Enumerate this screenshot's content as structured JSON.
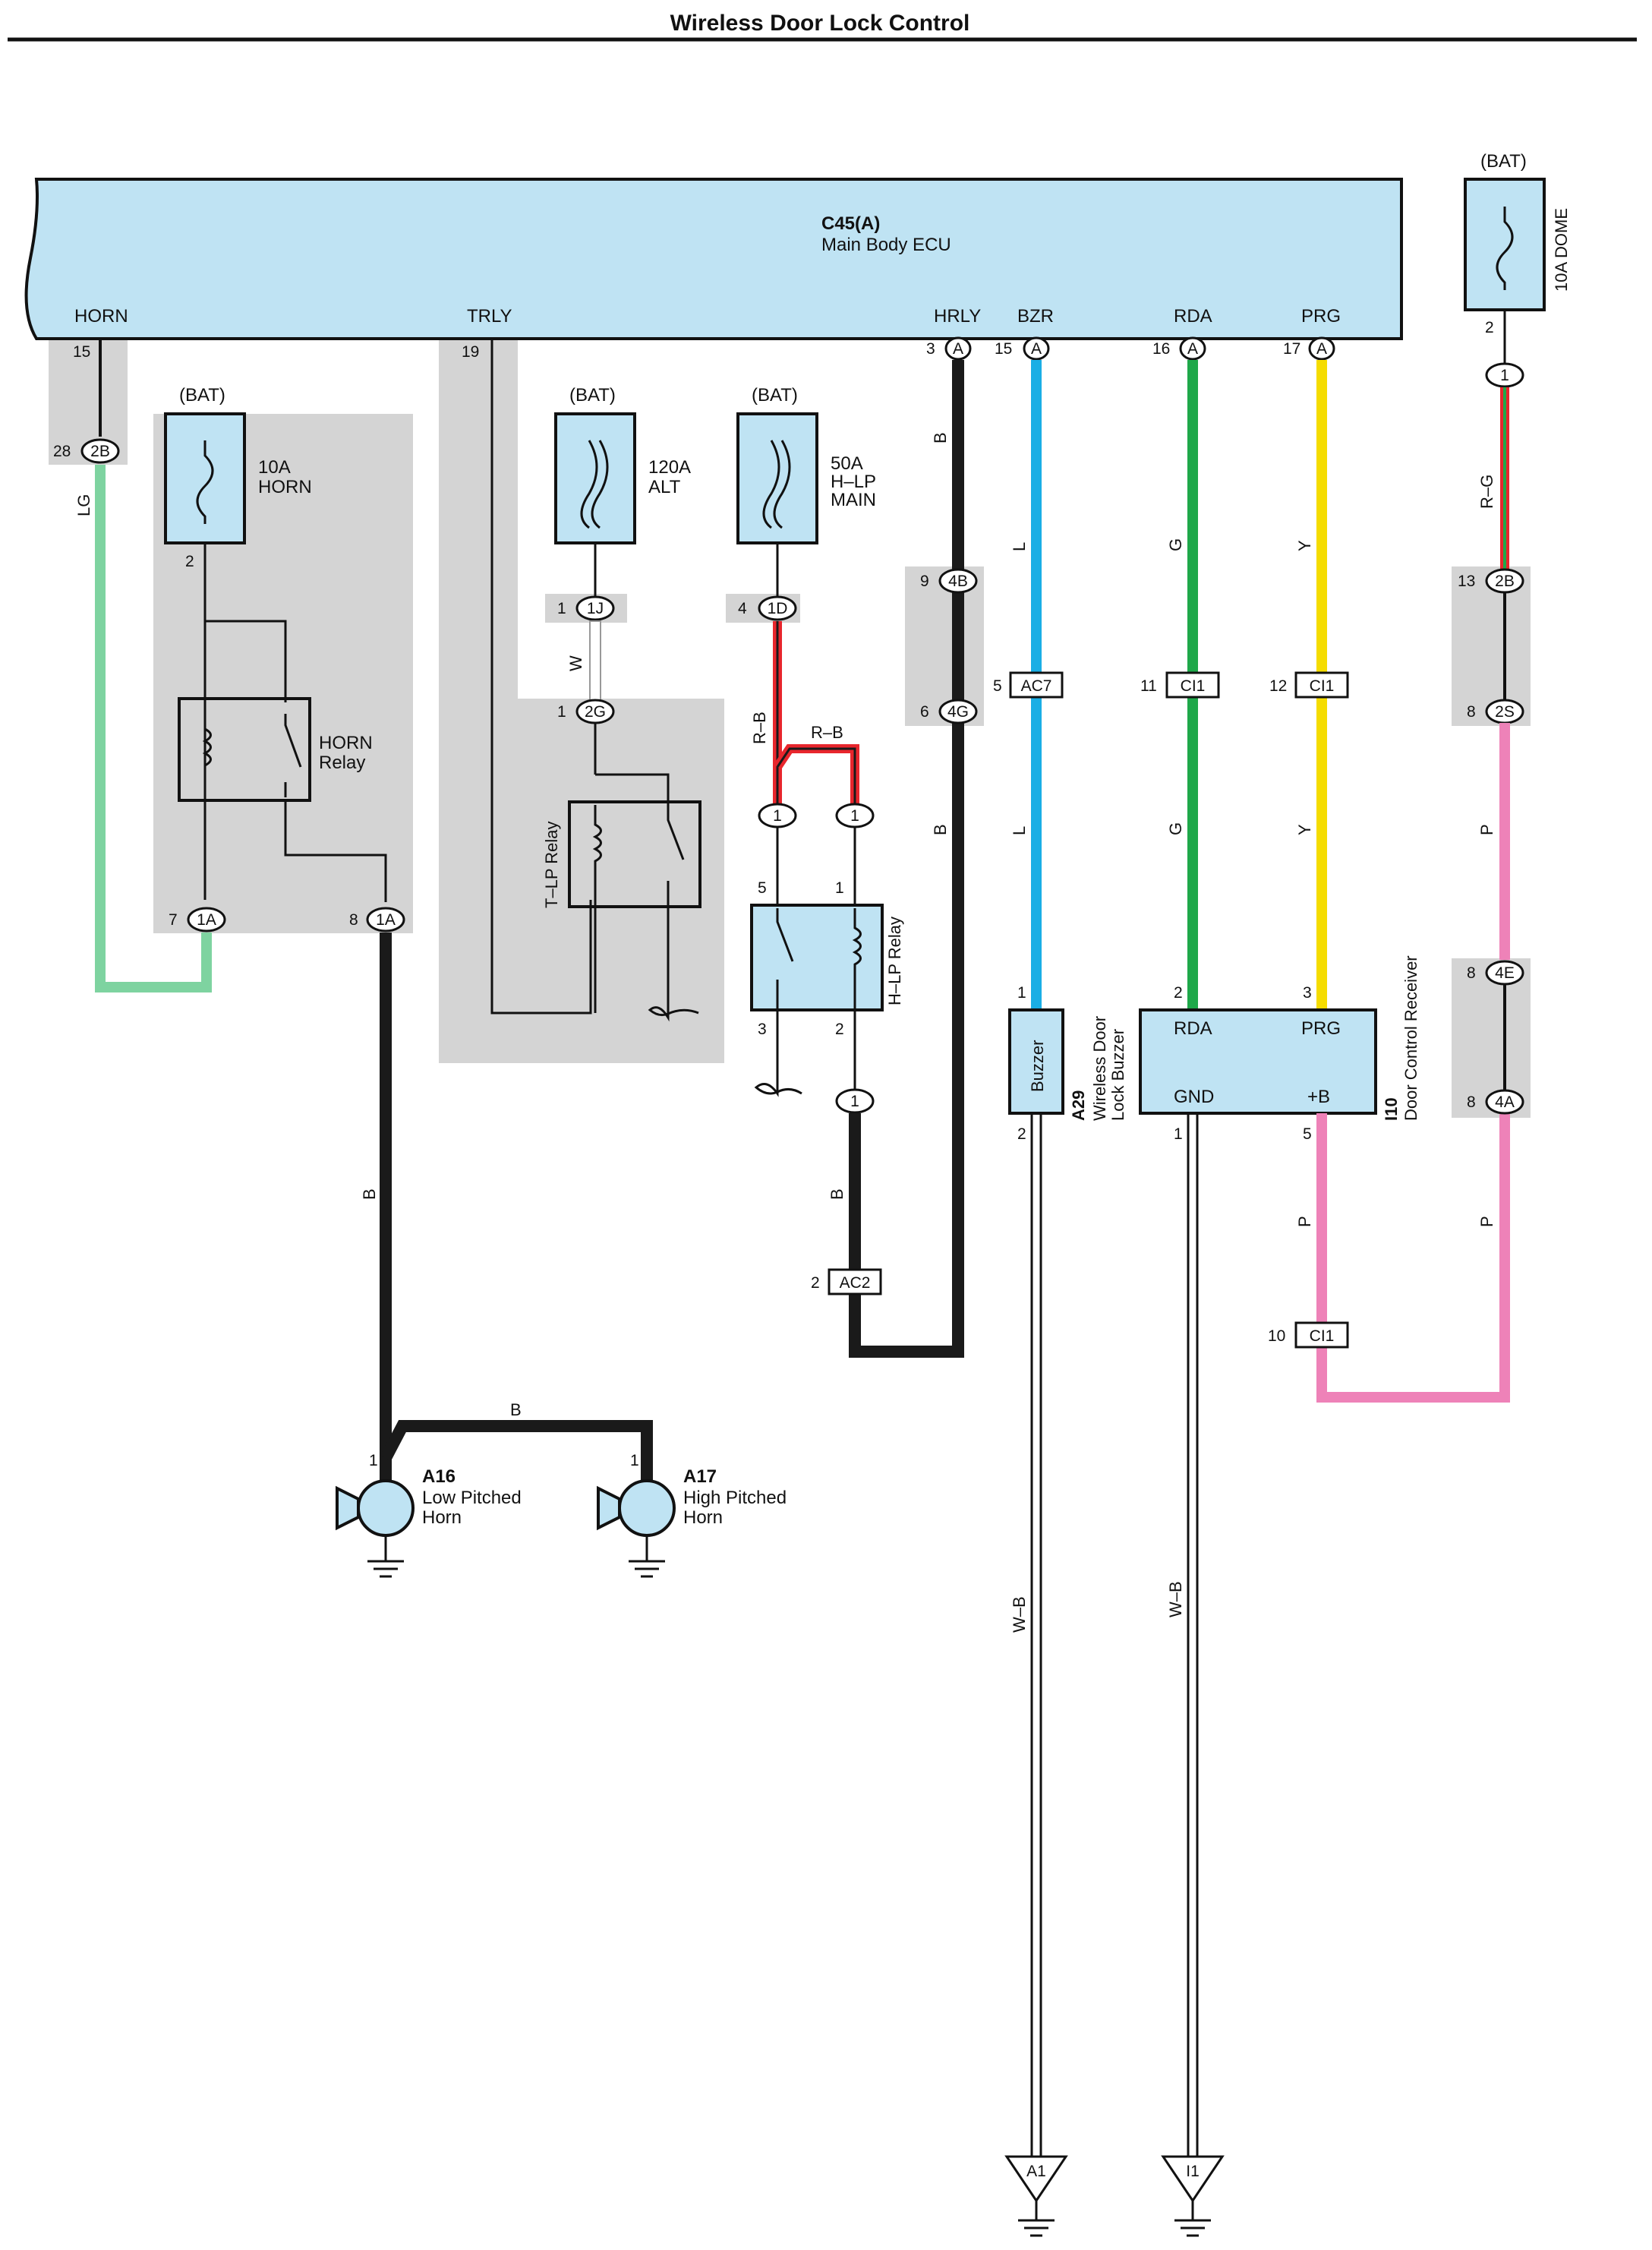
{
  "title": "Wireless Door Lock Control",
  "ecu": {
    "code": "C45(A)",
    "name": "Main Body ECU"
  },
  "ecu_terminals": {
    "horn": "HORN",
    "trly": "TRLY",
    "hrly": "HRLY",
    "bzr": "BZR",
    "rda": "RDA",
    "prg": "PRG"
  },
  "ecu_pins": {
    "horn": "15",
    "trly": "19",
    "hrly": "3",
    "bzr": "15",
    "rda": "16",
    "prg": "17",
    "conn": "A"
  },
  "fuses": {
    "bat": "(BAT)",
    "horn": {
      "amp": "10A",
      "name": "HORN",
      "pin": "2"
    },
    "alt": {
      "amp": "120A",
      "name": "ALT"
    },
    "hlp": {
      "amp": "50A",
      "name1": "H–LP",
      "name2": "MAIN"
    },
    "dome": {
      "name": "10A DOME",
      "pin": "2",
      "conn": "1"
    }
  },
  "relays": {
    "horn": {
      "line1": "HORN",
      "line2": "Relay"
    },
    "tlp": "T–LP Relay",
    "hlp": {
      "name": "H–LP Relay",
      "pin5": "5",
      "pin1": "1",
      "pin3": "3",
      "pin2": "2"
    }
  },
  "connectors": {
    "c28_2b": {
      "pin": "28",
      "label": "2B"
    },
    "c7_1a": {
      "pin": "7",
      "label": "1A"
    },
    "c8_1a": {
      "pin": "8",
      "label": "1A"
    },
    "c1_1j": {
      "pin": "1",
      "label": "1J"
    },
    "c1_2g": {
      "pin": "1",
      "label": "2G"
    },
    "c4_1d": {
      "pin": "4",
      "label": "1D"
    },
    "c9_4b": {
      "pin": "9",
      "label": "4B"
    },
    "c6_4g": {
      "pin": "6",
      "label": "4G"
    },
    "c5_ac7": {
      "pin": "5",
      "label": "AC7"
    },
    "c11_ci1": {
      "pin": "11",
      "label": "CI1"
    },
    "c12_ci1": {
      "pin": "12",
      "label": "CI1"
    },
    "c13_2b": {
      "pin": "13",
      "label": "2B"
    },
    "c8_2s": {
      "pin": "8",
      "label": "2S"
    },
    "c8_4e": {
      "pin": "8",
      "label": "4E"
    },
    "c8_4a": {
      "pin": "8",
      "label": "4A"
    },
    "c2_ac2": {
      "pin": "2",
      "label": "AC2"
    },
    "c10_ci1": {
      "pin": "10",
      "label": "CI1"
    },
    "one": "1"
  },
  "wires": {
    "lg": "LG",
    "w": "W",
    "rb": "R–B",
    "b": "B",
    "l": "L",
    "g": "G",
    "y": "Y",
    "rg": "R–G",
    "p": "P",
    "wb": "W–B"
  },
  "wire_colors": {
    "LG": "#7ed3a0",
    "B": "#1a1a1a",
    "L": "#1aaee5",
    "G": "#1fa84a",
    "Y": "#f5dc00",
    "P": "#ee82b8",
    "R": "#e8262d",
    "W": "#ffffff"
  },
  "buzzer": {
    "code": "A29",
    "name1": "Wireless Door",
    "name2": "Lock Buzzer",
    "label": "Buzzer",
    "pin1": "1",
    "pin2": "2"
  },
  "receiver": {
    "code": "I10",
    "name": "Door Control Receiver",
    "rda": "RDA",
    "prg": "PRG",
    "gnd": "GND",
    "b": "+B",
    "pin2": "2",
    "pin3": "3",
    "pin1": "1",
    "pin5": "5"
  },
  "horns": {
    "low": {
      "code": "A16",
      "name1": "Low Pitched",
      "name2": "Horn",
      "pin": "1"
    },
    "high": {
      "code": "A17",
      "name1": "High Pitched",
      "name2": "Horn",
      "pin": "1"
    }
  },
  "grounds": {
    "a1": "A1",
    "i1": "I1"
  }
}
